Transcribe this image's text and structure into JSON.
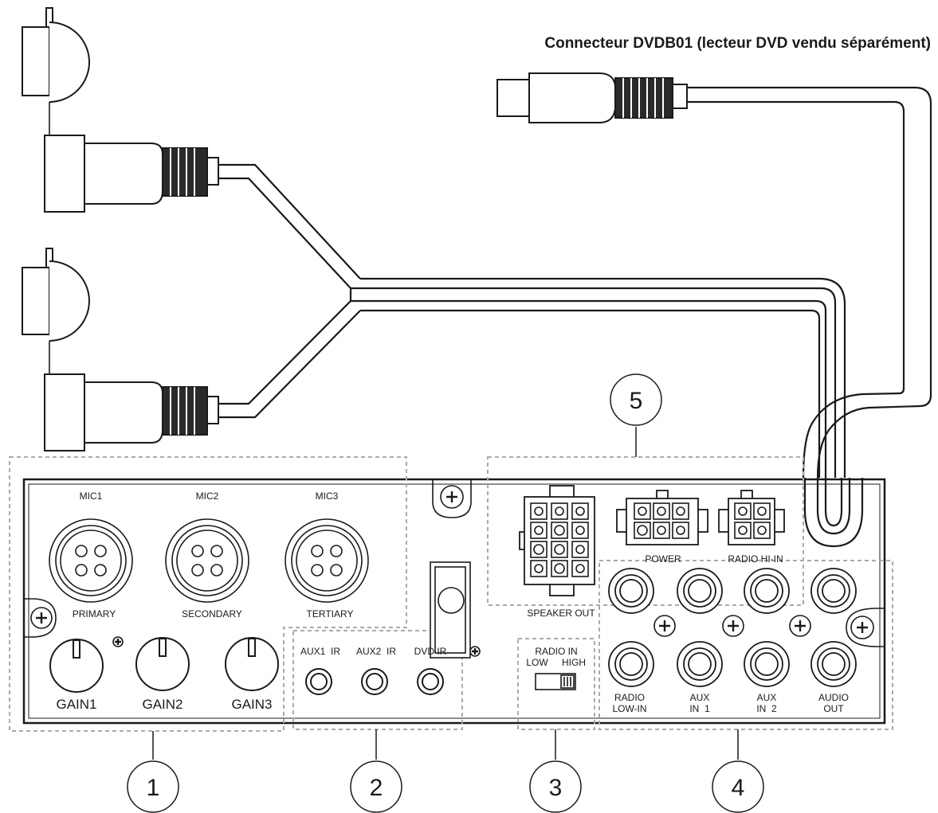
{
  "title": "Connecteur DVDB01 (lecteur DVD vendu séparément)",
  "callouts": [
    "1",
    "2",
    "3",
    "4",
    "5"
  ],
  "mics": [
    {
      "top": "MIC1",
      "bottom": "PRIMARY"
    },
    {
      "top": "MIC2",
      "bottom": "SECONDARY"
    },
    {
      "top": "MIC3",
      "bottom": "TERTIARY"
    }
  ],
  "gains": [
    "GAIN1",
    "GAIN2",
    "GAIN3"
  ],
  "ir_jacks": [
    "AUX1  IR",
    "AUX2  IR",
    "DVD IR"
  ],
  "switch": {
    "title": "RADIO IN",
    "low": "LOW",
    "high": "HIGH"
  },
  "connectors": {
    "speaker": "SPEAKER OUT",
    "power": "POWER",
    "radio_hi": "RADIO HI-IN"
  },
  "rca_labels": [
    {
      "l1": "RADIO",
      "l2": "LOW-IN"
    },
    {
      "l1": "AUX",
      "l2": "IN  1"
    },
    {
      "l1": "AUX",
      "l2": "IN  2"
    },
    {
      "l1": "AUDIO",
      "l2": "OUT"
    }
  ]
}
